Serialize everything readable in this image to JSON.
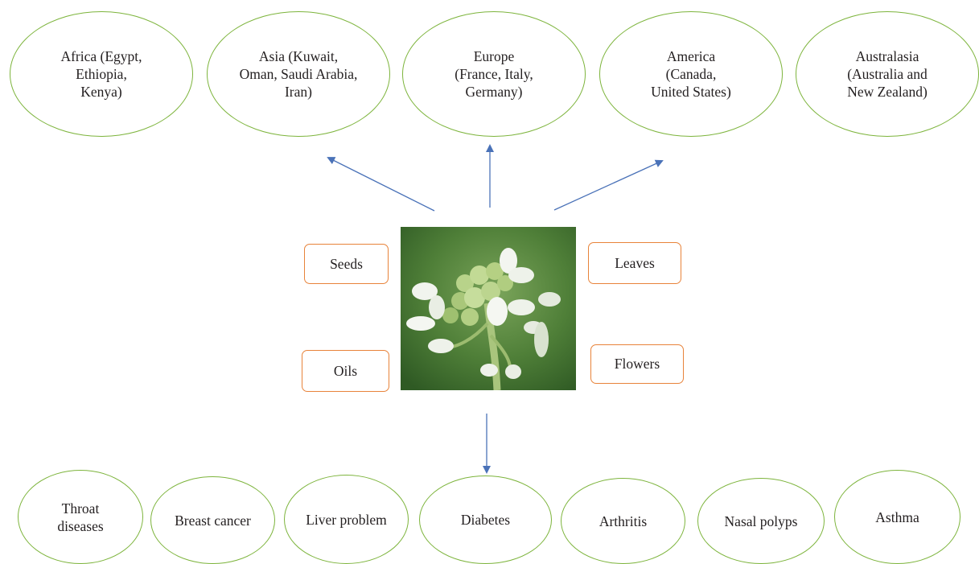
{
  "regions": [
    {
      "label": "Africa (Egypt,\nEthiopia,\nKenya)"
    },
    {
      "label": "Asia (Kuwait,\nOman, Saudi Arabia,\nIran)"
    },
    {
      "label": "Europe\n(France, Italy,\nGermany)"
    },
    {
      "label": "America\n(Canada,\nUnited States)"
    },
    {
      "label": "Australasia\n(Australia and\nNew Zealand)"
    }
  ],
  "plant_parts": {
    "seeds": "Seeds",
    "oils": "Oils",
    "leaves": "Leaves",
    "flowers": "Flowers"
  },
  "image": {
    "icon": "cress-flower-photo"
  },
  "diseases": [
    {
      "label": "Throat\ndiseases"
    },
    {
      "label": "Breast cancer"
    },
    {
      "label": "Liver problem"
    },
    {
      "label": "Diabetes"
    },
    {
      "label": "Arthritis"
    },
    {
      "label": "Nasal polyps"
    },
    {
      "label": "Asthma"
    }
  ],
  "colors": {
    "ellipse_border": "#7db43c",
    "box_border": "#e8833a",
    "arrow": "#4a72b8"
  }
}
